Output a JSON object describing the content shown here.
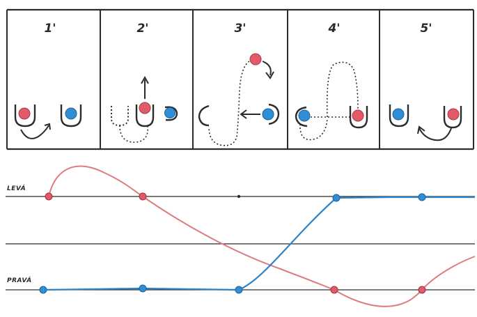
{
  "panels": [
    {
      "label": "1'"
    },
    {
      "label": "2'"
    },
    {
      "label": "3'"
    },
    {
      "label": "4'"
    },
    {
      "label": "5'"
    }
  ],
  "tracks": {
    "left_label": "LEVÁ",
    "right_label": "PRAVÁ"
  },
  "colors": {
    "red_ball": "#e25a68",
    "blue_ball": "#2f8fd6",
    "red_curve": "#e07a80",
    "blue_curve": "#2c82c9",
    "ink": "#2b2b2b"
  }
}
